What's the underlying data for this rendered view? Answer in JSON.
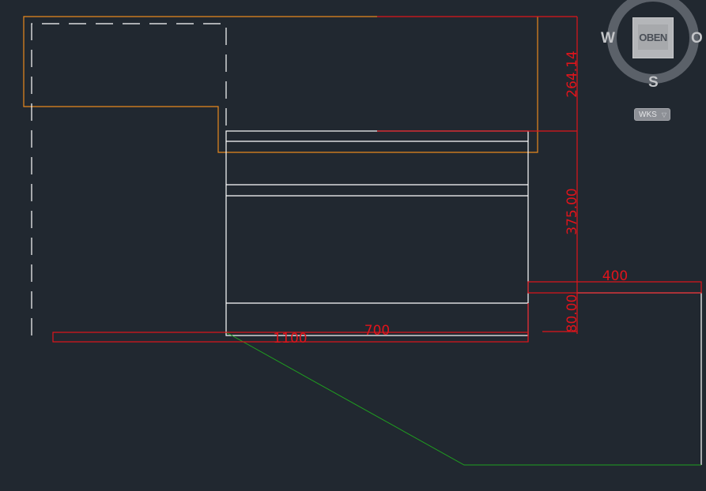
{
  "viewcube": {
    "face_label": "OBEN",
    "west": "W",
    "east": "O",
    "south": "S",
    "ucs_label": "WKS"
  },
  "dimensions": {
    "d1": "264.14",
    "d2": "375.00",
    "d3": "80.00",
    "d4": "400",
    "d5": "700",
    "d6": "1100"
  },
  "colors": {
    "background": "#212830",
    "dimension": "#e0141b",
    "outline": "#e8891e",
    "geometry": "#ffffff",
    "terrain": "#1fa01f"
  }
}
